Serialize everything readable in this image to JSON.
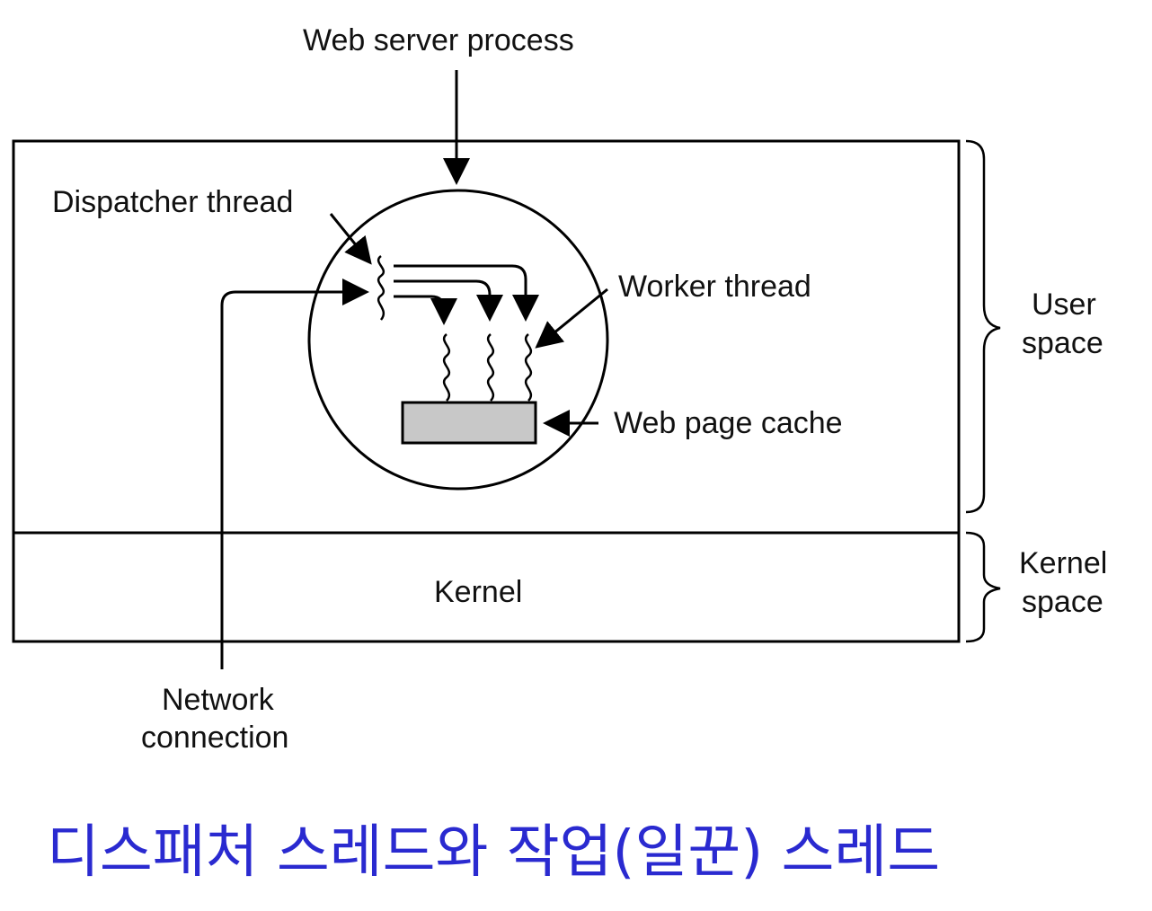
{
  "labels": {
    "web_server_process": "Web server process",
    "dispatcher_thread": "Dispatcher thread",
    "worker_thread": "Worker thread",
    "web_page_cache": "Web page cache",
    "user_space_line1": "User",
    "user_space_line2": "space",
    "kernel_space_line1": "Kernel",
    "kernel_space_line2": "space",
    "kernel": "Kernel",
    "network_connection_line1": "Network",
    "network_connection_line2": "connection"
  },
  "caption": "디스패처 스레드와 작업(일꾼) 스레드",
  "colors": {
    "caption": "#2a2ad0",
    "cache_fill": "#c8c8c8",
    "line": "#000000"
  }
}
